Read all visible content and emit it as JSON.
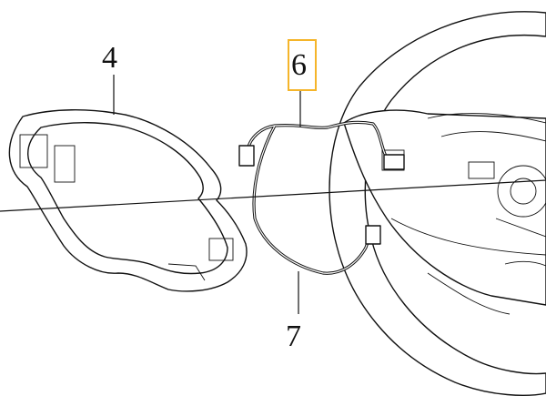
{
  "callouts": {
    "c4": "4",
    "c6": "6",
    "c7": "7"
  },
  "colors": {
    "highlight": "#f5b52a",
    "ink": "#111111",
    "background": "#ffffff"
  }
}
